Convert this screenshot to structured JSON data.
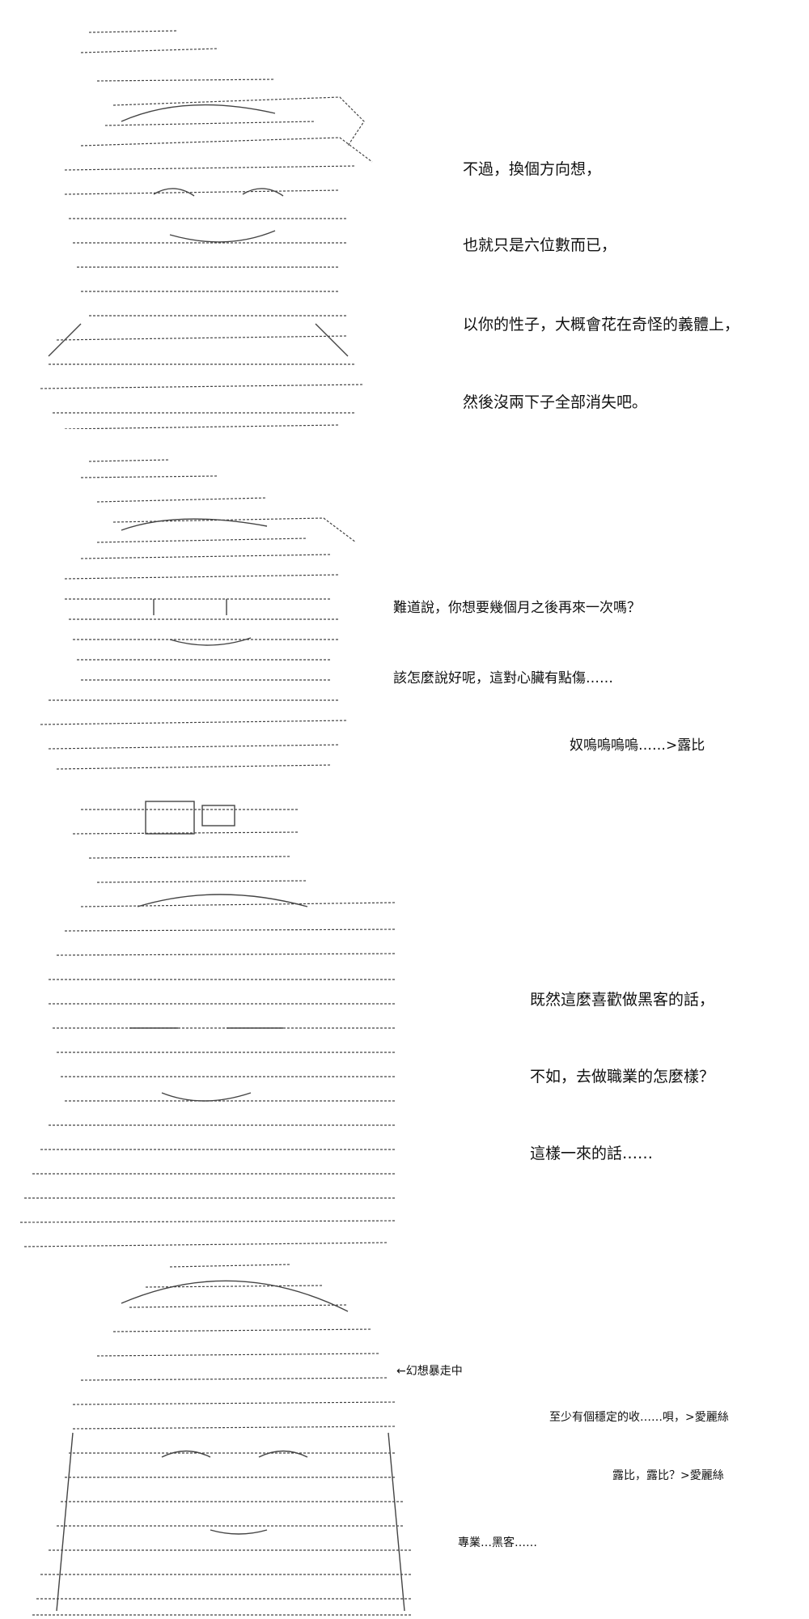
{
  "panels": [
    {
      "id": "p1",
      "lines": [
        "不過，換個方向想，",
        "也就只是六位數而已，",
        "以你的性子，大概會花在奇怪的義體上，",
        "然後沒兩下子全部消失吧。"
      ]
    },
    {
      "id": "p2",
      "lines": [
        "難道說，你想要幾個月之後再來一次嗎？",
        "該怎麼說好呢，這對心臟有點傷……",
        "奴嗚嗚嗚嗚……>露比"
      ]
    },
    {
      "id": "p3",
      "lines": [
        "既然這麼喜歡做黑客的話，",
        "不如，去做職業的怎麼樣？",
        "這樣一來的話……"
      ]
    },
    {
      "id": "p4",
      "lines": [
        "←幻想暴走中",
        "至少有個穩定的收……唄，>愛麗絲",
        "露比，露比？>愛麗絲",
        "專業…黑客……"
      ]
    }
  ],
  "colors": {
    "ink": "#111111",
    "art_line": "#444444",
    "background": "#ffffff"
  }
}
